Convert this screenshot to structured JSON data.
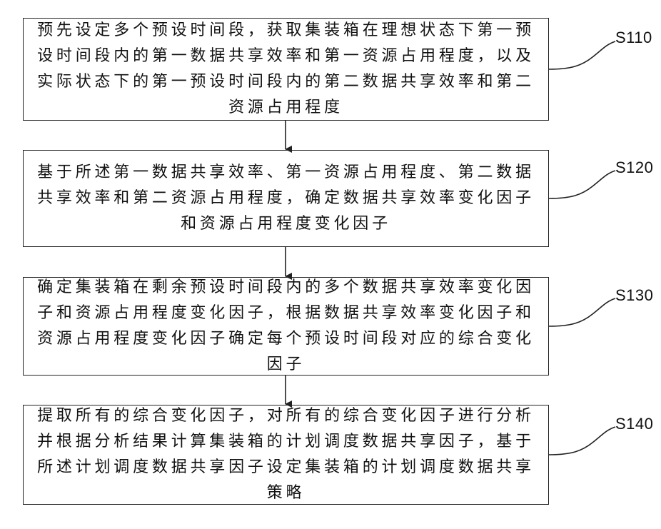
{
  "steps": [
    {
      "id": "S110",
      "label": "S110",
      "text": "预先设定多个预设时间段，获取集装箱在理想状态下第一预\n设时间段内的第一数据共享效率和第一资源占用程度，以及\n实际状态下的第一预设时间段内的第二数据共享效率和第二\n资源占用程度"
    },
    {
      "id": "S120",
      "label": "S120",
      "text": "基于所述第一数据共享效率、第一资源占用程度、第二数据\n共享效率和第二资源占用程度，确定数据共享效率变化因子\n和资源占用程度变化因子"
    },
    {
      "id": "S130",
      "label": "S130",
      "text": "确定集装箱在剩余预设时间段内的多个数据共享效率变化因\n子和资源占用程度变化因子，根据数据共享效率变化因子和\n资源占用程度变化因子确定每个预设时间段对应的综合变化\n因子"
    },
    {
      "id": "S140",
      "label": "S140",
      "text": "提取所有的综合变化因子，对所有的综合变化因子进行分析\n并根据分析结果计算集装箱的计划调度数据共享因子，基于\n所述计划调度数据共享因子设定集装箱的计划调度数据共享\n策略"
    }
  ],
  "colors": {
    "stroke": "#222222",
    "text": "#111111"
  }
}
